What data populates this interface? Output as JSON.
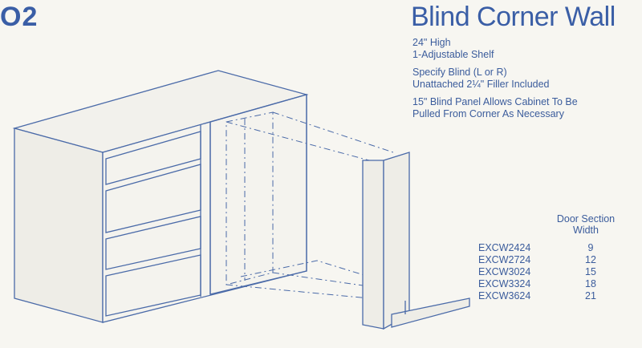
{
  "page": {
    "number": "O2",
    "title": "Blind Corner Wall"
  },
  "specs": {
    "group1": [
      "24\" High",
      "1-Adjustable Shelf"
    ],
    "group2": [
      "Specify Blind (L or R)",
      "Unattached 2¼\" Filler Included"
    ],
    "group3": [
      "15\" Blind Panel Allows Cabinet To Be",
      "Pulled From Corner As Necessary"
    ]
  },
  "table": {
    "header": [
      "Door Section",
      "Width"
    ],
    "rows": [
      {
        "model": "EXCW2424",
        "width": "9"
      },
      {
        "model": "EXCW2724",
        "width": "12"
      },
      {
        "model": "EXCW3024",
        "width": "15"
      },
      {
        "model": "EXCW3324",
        "width": "18"
      },
      {
        "model": "EXCW3624",
        "width": "21"
      }
    ]
  },
  "colors": {
    "ink": "#3a5ea6",
    "line": "#4a6aa8",
    "paper": "#f7f6f1"
  }
}
